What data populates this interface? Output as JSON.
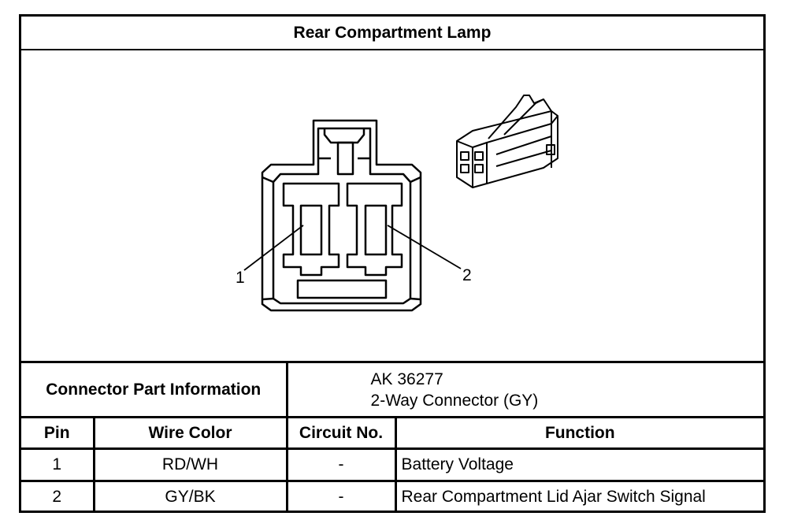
{
  "title": "Rear Compartment Lamp",
  "callouts": {
    "pin1": "1",
    "pin2": "2"
  },
  "connector_info": {
    "label": "Connector Part Information",
    "lines": [
      "AK 36277",
      "2-Way Connector (GY)"
    ]
  },
  "headers": {
    "pin": "Pin",
    "wire_color": "Wire Color",
    "circuit": "Circuit No.",
    "function": "Function"
  },
  "rows": [
    {
      "pin": "1",
      "wire_color": "RD/WH",
      "circuit": "-",
      "function": "Battery Voltage"
    },
    {
      "pin": "2",
      "wire_color": "GY/BK",
      "circuit": "-",
      "function": "Rear Compartment Lid Ajar Switch Signal"
    }
  ]
}
